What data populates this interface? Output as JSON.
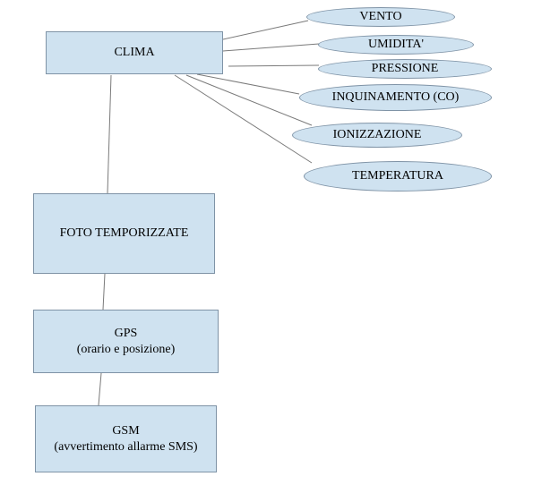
{
  "colors": {
    "fill": "#cfe2f0",
    "stroke": "#7f93a6",
    "line": "#7a7a7a"
  },
  "nodes": {
    "clima": "CLIMA",
    "foto": "FOTO TEMPORIZZATE",
    "gps": {
      "line1": "GPS",
      "line2": "(orario e posizione)"
    },
    "gsm": {
      "line1": "GSM",
      "line2": "(avvertimento allarme SMS)"
    }
  },
  "sensors": [
    "VENTO",
    "UMIDITA'",
    "PRESSIONE",
    "INQUINAMENTO (CO)",
    "IONIZZAZIONE",
    "TEMPERATURA"
  ]
}
